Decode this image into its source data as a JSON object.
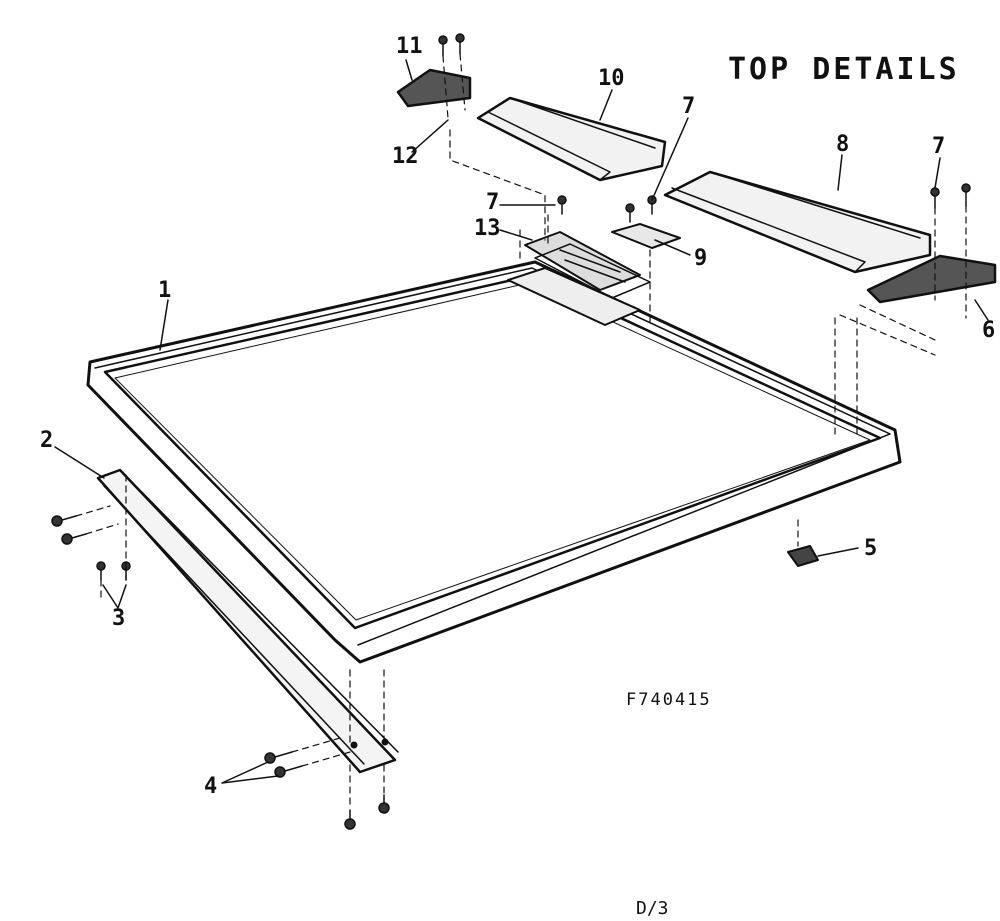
{
  "title": "TOP DETAILS",
  "figure_number": "F740415",
  "page_mark": "D/3",
  "callouts": [
    {
      "id": "c1",
      "label": "1"
    },
    {
      "id": "c2",
      "label": "2"
    },
    {
      "id": "c3",
      "label": "3"
    },
    {
      "id": "c4",
      "label": "4"
    },
    {
      "id": "c5",
      "label": "5"
    },
    {
      "id": "c6",
      "label": "6"
    },
    {
      "id": "c7a",
      "label": "7"
    },
    {
      "id": "c7b",
      "label": "7"
    },
    {
      "id": "c7c",
      "label": "7"
    },
    {
      "id": "c8",
      "label": "8"
    },
    {
      "id": "c9",
      "label": "9"
    },
    {
      "id": "c10",
      "label": "10"
    },
    {
      "id": "c11",
      "label": "11"
    },
    {
      "id": "c12",
      "label": "12"
    },
    {
      "id": "c13",
      "label": "13"
    }
  ]
}
